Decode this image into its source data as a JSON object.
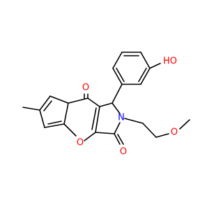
{
  "structure": {
    "colors": {
      "oxygen": "#ff0000",
      "carbon": "#000000",
      "nitrogen": "#0000ff",
      "background": "#ffffff"
    },
    "labels": {
      "hydroxyl": "HO",
      "ketone_oxygen": "O",
      "ring_oxygen": "O",
      "lactam_oxygen": "O",
      "nitrogen": "N",
      "ether_oxygen": "O"
    }
  }
}
